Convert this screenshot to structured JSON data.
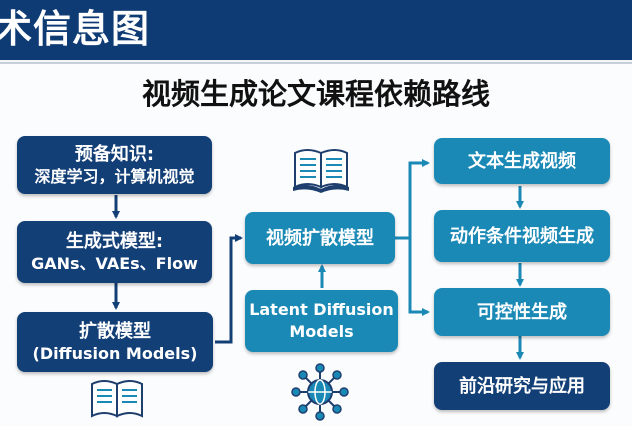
{
  "header": {
    "title": "术信息图"
  },
  "diagram": {
    "title": "视频生成论文课程依赖路线",
    "prereq": {
      "line1": "预备知识:",
      "line2": "深度学习，计算机视觉"
    },
    "generative": {
      "line1": "生成式模型:",
      "line2": "GANs、VAEs、Flow"
    },
    "diffusion": {
      "line1": "扩散模型",
      "line2": "(Diffusion Models)"
    },
    "video_diffusion": {
      "label": "视频扩散模型"
    },
    "latent_diffusion": {
      "line1": "Latent Diffusion",
      "line2": "Models"
    },
    "text_to_video": {
      "label": "文本生成视频"
    },
    "action_video": {
      "label": "动作条件视频生成"
    },
    "controllable": {
      "label": "可控性生成"
    },
    "frontier": {
      "label": "前沿研究与应用"
    }
  },
  "icons": [
    "open-book-icon",
    "network-icon"
  ],
  "colors": {
    "navy": "#133f77",
    "teal": "#1b89b6",
    "header": "#0f3b74"
  }
}
